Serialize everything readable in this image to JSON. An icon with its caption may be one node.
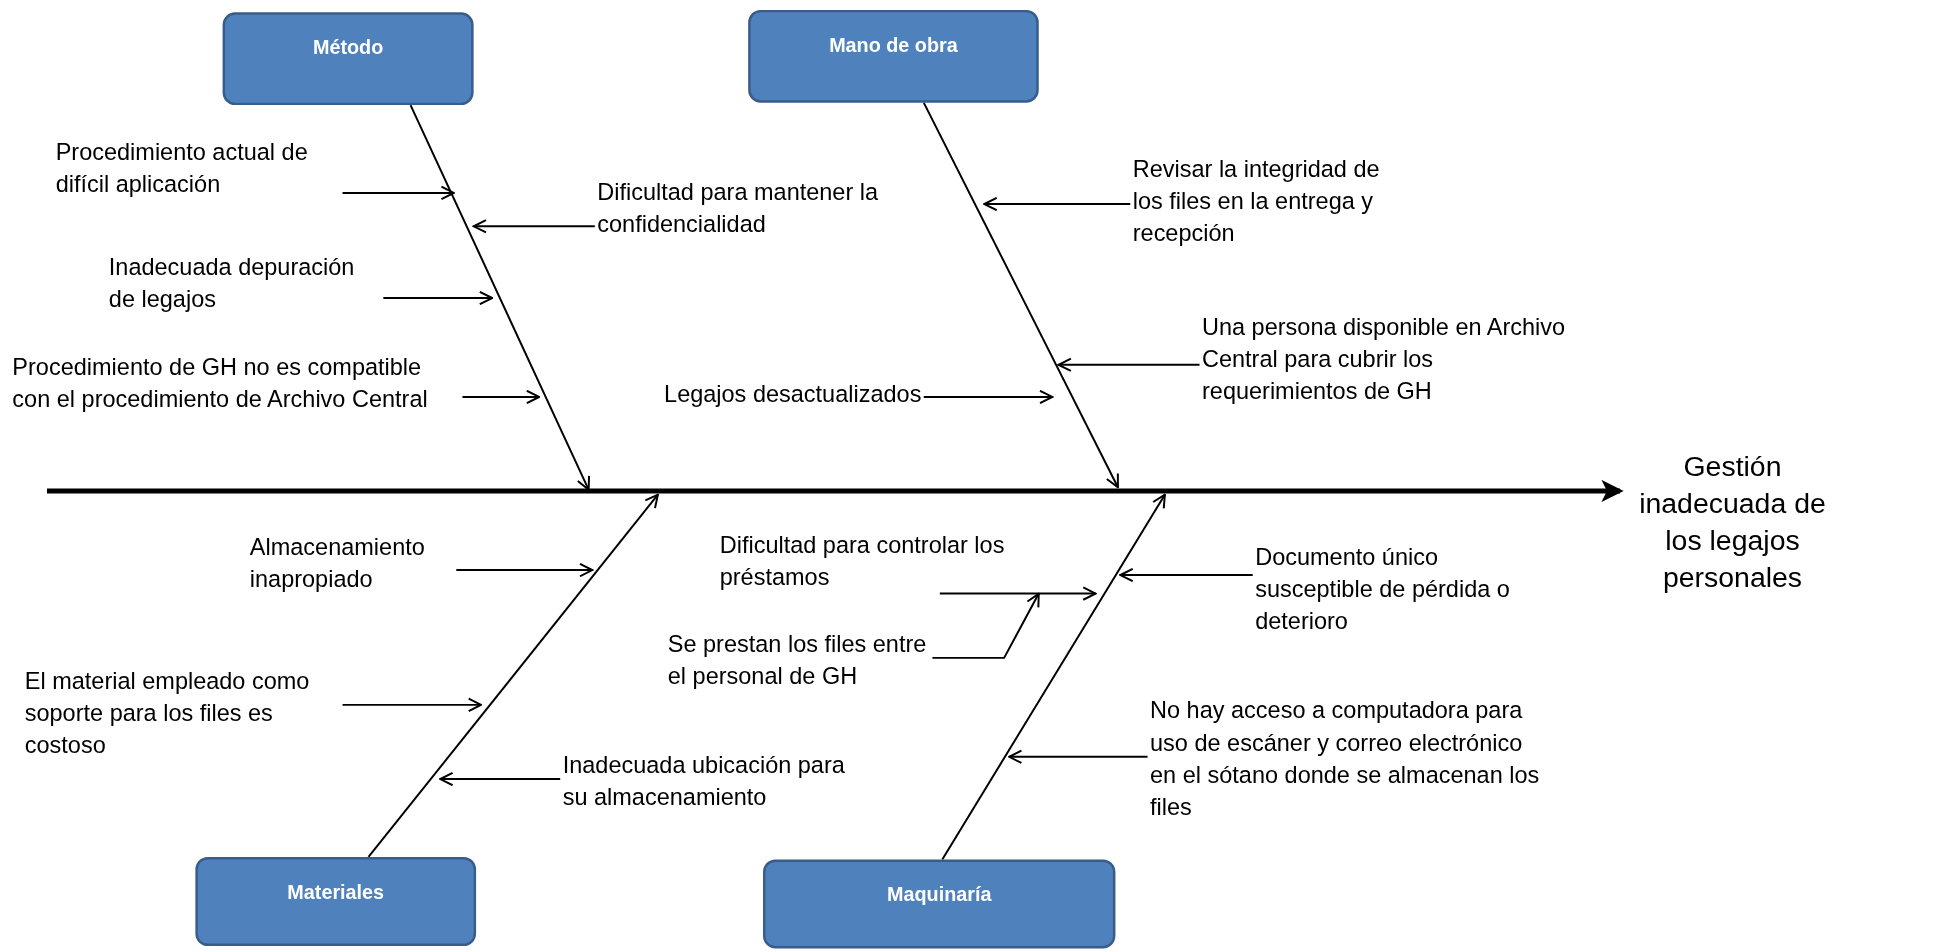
{
  "diagram": {
    "nodes": [
      {
        "text": [
          "Método"
        ]
      },
      {
        "text": [
          "Mano de obra"
        ]
      },
      {
        "text": [
          "Materiales"
        ]
      },
      {
        "text": [
          "Maquinaría"
        ]
      },
      {
        "text": [
          "Gestión inadecuada de los legajos personales"
        ]
      },
      {
        "text": [
          "Procedimiento actual de difícil aplicación"
        ]
      },
      {
        "text": [
          "Dificultad para mantener la confidencialidad"
        ]
      },
      {
        "text": [
          "Inadecuada depuración de legajos"
        ]
      },
      {
        "text": [
          "Procedimiento de GH no es compatible con el procedimiento de Archivo Central"
        ]
      },
      {
        "text": [
          "Revisar la integridad de los files en la entrega y recepción"
        ]
      },
      {
        "text": [
          "Una persona disponible en Archivo Central para cubrir los requerimientos de GH"
        ]
      },
      {
        "text": [
          "Legajos desactualizados"
        ]
      },
      {
        "text": [
          "Almacenamiento inapropiado"
        ]
      },
      {
        "text": [
          "Dificultad para controlar los préstamos"
        ]
      },
      {
        "text": [
          "Documento único susceptible de pérdida o deterioro"
        ]
      },
      {
        "text": [
          "Se prestan los files entre el personal de GH"
        ]
      },
      {
        "text": [
          "El material empleado como soporte para los files es costoso"
        ]
      },
      {
        "text": [
          "Inadecuada ubicación para su almacenamiento"
        ]
      },
      {
        "text": [
          "No hay acceso a computadora para uso de escáner y correo electrónico en el sótano donde se almacenan los files"
        ]
      }
    ],
    "edges": [
      {
        "from": null,
        "to": 4,
        "arrow": "to",
        "style": "thick"
      },
      {
        "from": 0,
        "to": null,
        "arrow": "to"
      },
      {
        "from": 1,
        "to": null,
        "arrow": "to"
      },
      {
        "from": 2,
        "to": null,
        "arrow": "to"
      },
      {
        "from": 3,
        "to": null,
        "arrow": "to"
      },
      {
        "from": 5,
        "to": null,
        "arrow": "to"
      },
      {
        "from": 6,
        "to": null,
        "arrow": "to"
      },
      {
        "from": 7,
        "to": null,
        "arrow": "to"
      },
      {
        "from": 8,
        "to": null,
        "arrow": "to"
      },
      {
        "from": 9,
        "to": null,
        "arrow": "to"
      },
      {
        "from": 10,
        "to": null,
        "arrow": "to"
      },
      {
        "from": 11,
        "to": null,
        "arrow": "to"
      },
      {
        "from": 12,
        "to": null,
        "arrow": "to"
      },
      {
        "from": 13,
        "to": null,
        "arrow": "to"
      },
      {
        "from": 14,
        "to": null,
        "arrow": "to"
      },
      {
        "from": 15,
        "to": 13,
        "arrow": "to"
      },
      {
        "from": 16,
        "to": null,
        "arrow": "to"
      },
      {
        "from": 17,
        "to": null,
        "arrow": "to"
      },
      {
        "from": 18,
        "to": null,
        "arrow": "to"
      }
    ]
  }
}
